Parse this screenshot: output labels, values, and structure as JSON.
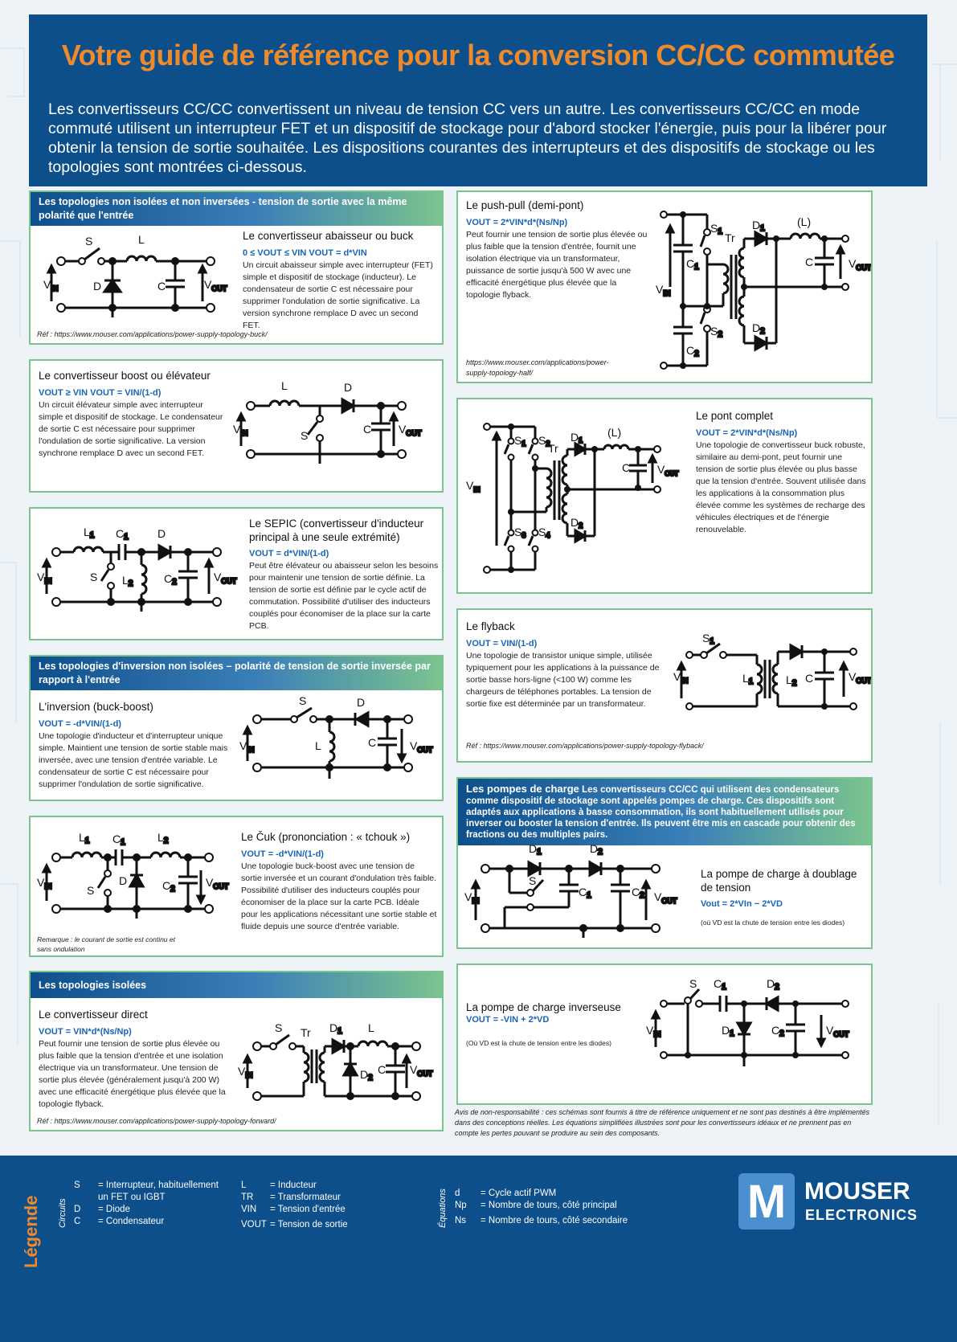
{
  "colors": {
    "header_bg": "#0d4f8b",
    "title_orange": "#ef8a2b",
    "formula_blue": "#1a64b4",
    "card_border": "#7cc48e"
  },
  "header": {
    "title": "Votre guide de référence pour la conversion CC/CC commutée",
    "intro": "Les convertisseurs CC/CC convertissent un niveau de tension CC vers un autre. Les convertisseurs CC/CC en mode commuté utilisent un interrupteur FET et un dispositif de stockage pour d'abord stocker l'énergie, puis pour la libérer pour obtenir la tension de sortie souhaitée. Les dispositions courantes des interrupteurs et des dispositifs de stockage ou les topologies sont montrées ci-dessous."
  },
  "sections": {
    "non_isolated": "Les topologies non isolées et non inversées - tension de sortie avec la même polarité que l'entrée",
    "inverting": "Les topologies d'inversion non isolées – polarité de tension de sortie inversée par rapport à l'entrée",
    "isolated": "Les topologies isolées"
  },
  "buck": {
    "title": "Le convertisseur abaisseur ou buck",
    "formula": "0 ≤ VOUT ≤ VIN      VOUT = d*VIN",
    "desc": "Un circuit abaisseur simple avec interrupteur (FET) simple et dispositif de stockage (inducteur). Le condensateur de sortie C est nécessaire pour supprimer l'ondulation de sortie significative. La version synchrone remplace D avec un second FET.",
    "ref": "Réf : https://www.mouser.com/applications/power-supply-topology-buck/"
  },
  "boost": {
    "title": "Le convertisseur boost ou élévateur",
    "formula": "VOUT ≥ VIN      VOUT = VIN/(1-d)",
    "desc": "Un circuit élévateur simple avec interrupteur simple et dispositif de stockage. Le condensateur de sortie C est nécessaire pour supprimer l'ondulation de sortie significative. La version synchrone remplace D avec un second FET."
  },
  "sepic": {
    "title": "Le SEPIC (convertisseur d'inducteur principal à une seule extrémité)",
    "formula": "VOUT = d*VIN/(1-d)",
    "desc": "Peut être élévateur ou abaisseur selon les besoins pour maintenir une tension de sortie définie. La tension de sortie est définie par le cycle actif de commutation. Possibilité d'utiliser des inducteurs couplés pour économiser de la place sur la carte PCB."
  },
  "inversion": {
    "title": "L'inversion (buck-boost)",
    "formula": "VOUT = -d*VIN/(1-d)",
    "desc": "Une topologie d'inducteur et d'interrupteur unique simple. Maintient une tension de sortie stable mais inversée, avec une tension d'entrée variable. Le condensateur de sortie C est nécessaire pour supprimer l'ondulation de sortie significative."
  },
  "cuk": {
    "title": "Le Čuk (prononciation : « tchouk »)",
    "formula": "VOUT = -d*VIN/(1-d)",
    "desc": "Une topologie buck-boost avec une tension de sortie inversée et un courant d'ondulation très faible. Possibilité d'utiliser des inducteurs couplés pour économiser de la place sur la carte PCB. Idéale pour les applications nécessitant une sortie stable et fluide depuis une source d'entrée variable.",
    "note": "Remarque : le courant de sortie est continu et sans ondulation"
  },
  "forward": {
    "title": "Le convertisseur direct",
    "formula": "VOUT = VIN*d*(Ns/Np)",
    "desc": "Peut fournir une tension de sortie plus élevée ou plus faible que la tension d'entrée et une isolation électrique via un transformateur. Une tension de sortie plus élevée (généralement jusqu'à 200 W) avec une efficacité énergétique plus élevée que la topologie flyback.",
    "ref": "Réf : https://www.mouser.com/applications/power-supply-topology-forward/"
  },
  "pushpull": {
    "title": "Le push-pull (demi-pont)",
    "formula": "VOUT = 2*VIN*d*(Ns/Np)",
    "desc": "Peut fournir une tension de sortie plus élevée ou plus faible que la tension d'entrée, fournit une isolation électrique via un transformateur, puissance de sortie jusqu'à 500 W avec une efficacité énergétique plus élevée que la topologie flyback.",
    "ref": "https://www.mouser.com/applications/power-supply-topology-half/"
  },
  "fullbridge": {
    "title": "Le pont complet",
    "formula": "VOUT = 2*VIN*d*(Ns/Np)",
    "desc": "Une topologie de convertisseur buck robuste, similaire au demi-pont, peut fournir une tension de sortie plus élevée ou plus basse que la tension d'entrée. Souvent utilisée dans les applications à la consommation plus élevée comme les systèmes de recharge des véhicules électriques et de l'énergie renouvelable."
  },
  "flyback": {
    "title": "Le flyback",
    "formula": "VOUT = VIN/(1-d)",
    "desc": "Une topologie de transistor unique simple, utilisée typiquement pour les applications à la puissance de sortie basse hors-ligne (<100 W) comme les chargeurs de téléphones portables. La tension de sortie fixe est déterminée par un transformateur.",
    "ref": "Réf : https://www.mouser.com/applications/power-supply-topology-flyback/"
  },
  "chargepump": {
    "lead": "Les pompes de charge",
    "text": "Les convertisseurs CC/CC qui utilisent des condensateurs comme dispositif de stockage sont appelés pompes de charge. Ces dispositifs sont adaptés aux applications à basse consommation, ils sont habituellement utilisés pour inverser ou booster la tension d'entrée. Ils peuvent être mis en cascade pour obtenir des fractions ou des multiples pairs."
  },
  "doubler": {
    "title": "La pompe de charge à doublage de tension",
    "formula": "Vout = 2*VIn − 2*VD",
    "note": "(où VD est la chute de tension entre les diodes)"
  },
  "inverter": {
    "title": "La pompe de charge inverseuse",
    "formula": "VOUT = -VIN + 2*VD",
    "note": "(Où VD est la chute de tension entre les diodes)"
  },
  "disclaimer": "Avis de non-responsabilité : ces schémas sont fournis à titre de référence uniquement et ne sont pas destinés à être implémentés dans des conceptions réelles. Les équations simplifiées illustrées sont pour les convertisseurs idéaux et ne prennent pas en compte les pertes pouvant se produire au sein des composants.",
  "legend": {
    "title": "Légende",
    "circuits_label": "Circuits",
    "equations_label": "Équations",
    "items_col1": [
      [
        "S",
        "= Interrupteur, habituellement un FET ou IGBT"
      ],
      [
        "D",
        "= Diode"
      ],
      [
        "C",
        "= Condensateur"
      ]
    ],
    "items_col2": [
      [
        "L",
        "= Inducteur"
      ],
      [
        "TR",
        "= Transformateur"
      ],
      [
        "VIN",
        "= Tension d'entrée"
      ],
      [
        "VOUT",
        "= Tension de sortie"
      ]
    ],
    "items_col3": [
      [
        "d",
        "= Cycle actif PWM"
      ],
      [
        "Np",
        "= Nombre de tours, côté principal"
      ],
      [
        "Ns",
        "= Nombre de tours, côté secondaire"
      ]
    ],
    "logo_top": "MOUSER",
    "logo_bottom": "ELECTRONICS",
    "logo_mark": "M"
  }
}
